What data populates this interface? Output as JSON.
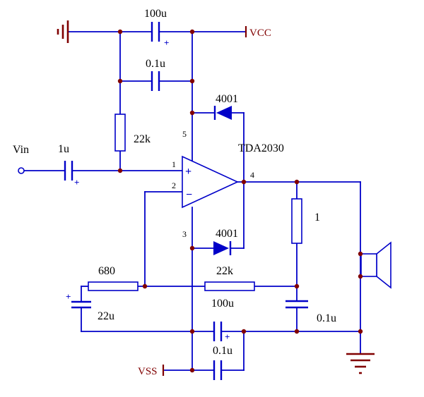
{
  "colors": {
    "background": "#FFFFFF",
    "wire": "#0000C8",
    "component": "#0000C8",
    "junction": "#800000",
    "power": "#800000",
    "text": "#000000"
  },
  "labels": {
    "vcc": "VCC",
    "vss": "VSS",
    "vin": "Vin"
  },
  "ic": {
    "name": "TDA2030",
    "plus": "+",
    "minus": "−",
    "pins": {
      "p1": "1",
      "p2": "2",
      "p3": "3",
      "p4": "4",
      "p5": "5"
    }
  },
  "components": {
    "cap_vcc_100u": {
      "value": "100u",
      "polarity": "+"
    },
    "cap_vcc_01u": {
      "value": "0.1u"
    },
    "res_bias_22k": {
      "value": "22k"
    },
    "cap_in_1u": {
      "value": "1u",
      "polarity": "+"
    },
    "diode_top": {
      "value": "4001"
    },
    "diode_bottom": {
      "value": "4001"
    },
    "res_fb_22k": {
      "value": "22k"
    },
    "res_680": {
      "value": "680"
    },
    "cap_fb_22u": {
      "value": "22u",
      "polarity": "+"
    },
    "res_out_1": {
      "value": "1"
    },
    "cap_zobel_01u": {
      "value": "0.1u"
    },
    "cap_vss_100u": {
      "value": "100u",
      "polarity": "+"
    },
    "cap_vss_01u": {
      "value": "0.1u"
    }
  }
}
